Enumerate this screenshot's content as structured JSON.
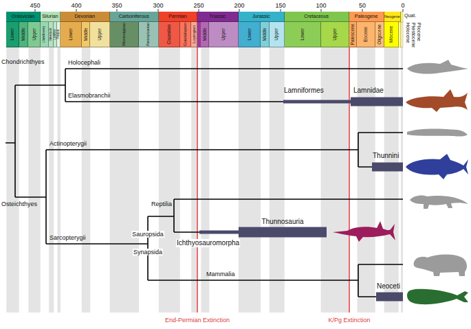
{
  "diagram": {
    "nodes": [
      {
        "text": [
          "Ordovician"
        ]
      },
      {
        "text": [
          "Silurian"
        ]
      },
      {
        "text": [
          "Devonian"
        ]
      },
      {
        "text": [
          "Carboniferous"
        ]
      },
      {
        "text": [
          "Permian"
        ]
      },
      {
        "text": [
          "Triassic"
        ]
      },
      {
        "text": [
          "Jurassic"
        ]
      },
      {
        "text": [
          "Cretaceous"
        ]
      },
      {
        "text": [
          "Paleogene"
        ]
      },
      {
        "text": [
          "Neogene"
        ]
      },
      {
        "text": [
          "Lower"
        ]
      },
      {
        "text": [
          "Middle"
        ]
      },
      {
        "text": [
          "Upper"
        ]
      },
      {
        "text": [
          "Llandovery"
        ]
      },
      {
        "text": [
          "Wenlock"
        ]
      },
      {
        "text": [
          "Ludlow"
        ]
      },
      {
        "text": [
          "Pridoli"
        ]
      },
      {
        "text": [
          "Lower"
        ]
      },
      {
        "text": [
          "Middle"
        ]
      },
      {
        "text": [
          "Upper"
        ]
      },
      {
        "text": [
          "Mississippian"
        ]
      },
      {
        "text": [
          "Pennsylvanian"
        ]
      },
      {
        "text": [
          "Cisuralian"
        ]
      },
      {
        "text": [
          "Guadalupian"
        ]
      },
      {
        "text": [
          "Lopingian"
        ]
      },
      {
        "text": [
          "Middle"
        ]
      },
      {
        "text": [
          "Upper"
        ]
      },
      {
        "text": [
          "Lower"
        ]
      },
      {
        "text": [
          "Middle"
        ]
      },
      {
        "text": [
          "Upper"
        ]
      },
      {
        "text": [
          "Lower"
        ]
      },
      {
        "text": [
          "Upper"
        ]
      },
      {
        "text": [
          "Paleocene"
        ]
      },
      {
        "text": [
          "Eocene"
        ]
      },
      {
        "text": [
          "Oligocene"
        ]
      },
      {
        "text": [
          "Miocene"
        ]
      }
    ],
    "labels": [
      "450",
      "400",
      "350",
      "300",
      "250",
      "200",
      "150",
      "100",
      "50",
      "0",
      "Quat.",
      "Holocene",
      "Pleistocene",
      "Pliocene",
      "Chondrichthyes",
      "Holocephali",
      "Elasmobranchii",
      "Lamniformes",
      "Lamnidae",
      "Actinopterygii",
      "Thunnini",
      "Osteichthyes",
      "Sarcopterygii",
      "Reptilia",
      "Sauropsida",
      "Synapsida",
      "Thunnosauria",
      "Ichthyosauromorpha",
      "Mammalia",
      "Neoceti",
      "End-Permian Extinction",
      "K/Pg Extinction"
    ]
  }
}
